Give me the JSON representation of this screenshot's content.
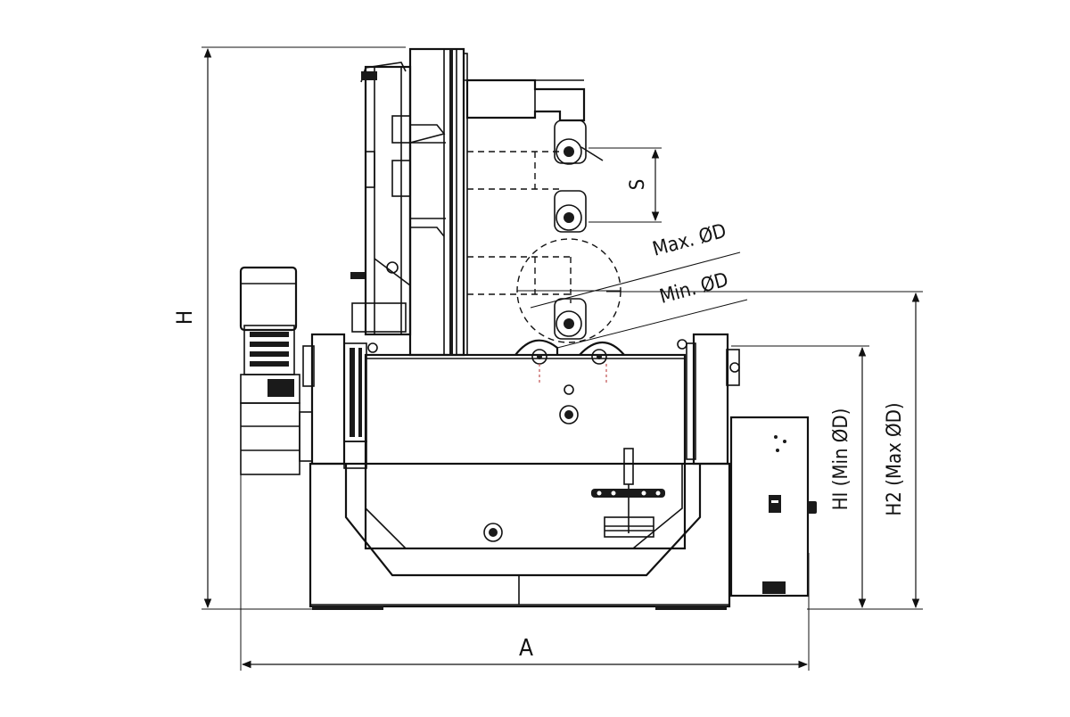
{
  "diagram": {
    "labels": {
      "height_total": "H",
      "width_total": "A",
      "stroke": "S",
      "max_od": "Max. ØD",
      "min_od": "Min. ØD",
      "h1": "HI (Min ØD)",
      "h2": "H2 (Max ØD)"
    }
  }
}
